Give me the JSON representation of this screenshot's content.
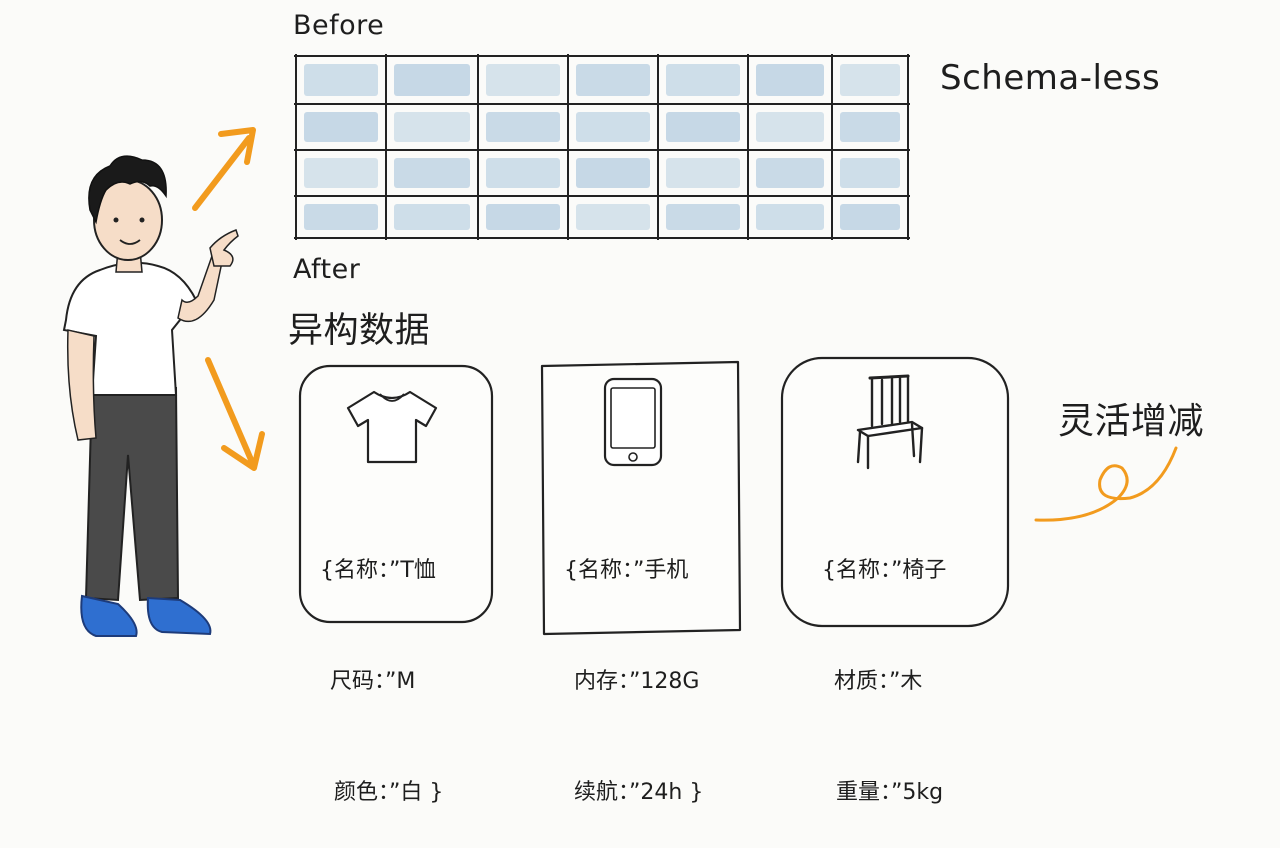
{
  "labels": {
    "before": "Before",
    "after": "After",
    "schema": "Schema-less",
    "heterogeneous": "异构数据",
    "flexible": "灵活增减"
  },
  "colors": {
    "arrow": "#f29b1e",
    "cell_fill": "#c6d8e6",
    "shirt_blue": "#2f6fd0",
    "pants": "#4a4a4a"
  },
  "cards": [
    {
      "icon": "tshirt-icon",
      "lines": [
        "{名称：”T恤",
        "尺码：”M",
        "颜色：”白 }"
      ]
    },
    {
      "icon": "phone-icon",
      "lines": [
        "{名称：”手机",
        "内存：”128G",
        "续航：”24h }"
      ]
    },
    {
      "icon": "chair-icon",
      "lines": [
        "{名称：”椅子",
        "材质：”木",
        "重量：”5kg"
      ]
    }
  ]
}
